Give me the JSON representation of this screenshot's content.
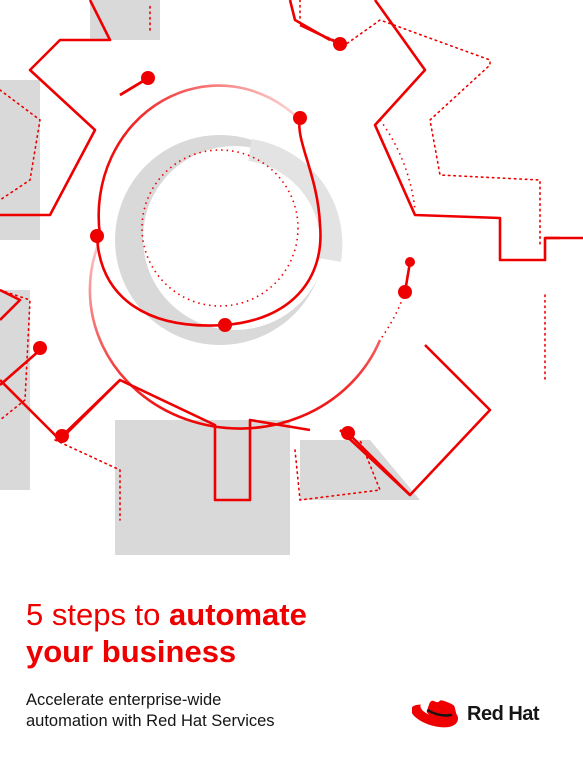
{
  "cover": {
    "title_light": "5 steps to",
    "title_bold_1": "automate",
    "title_bold_2": "your business",
    "subtitle_line_1": "Accelerate enterprise-wide",
    "subtitle_line_2": "automation with Red Hat Services"
  },
  "brand": {
    "name": "Red Hat",
    "accent_color": "#ee0000",
    "shadow_color": "#d8d8d8"
  },
  "illustration": {
    "icon": "gear-circuit-icon"
  }
}
